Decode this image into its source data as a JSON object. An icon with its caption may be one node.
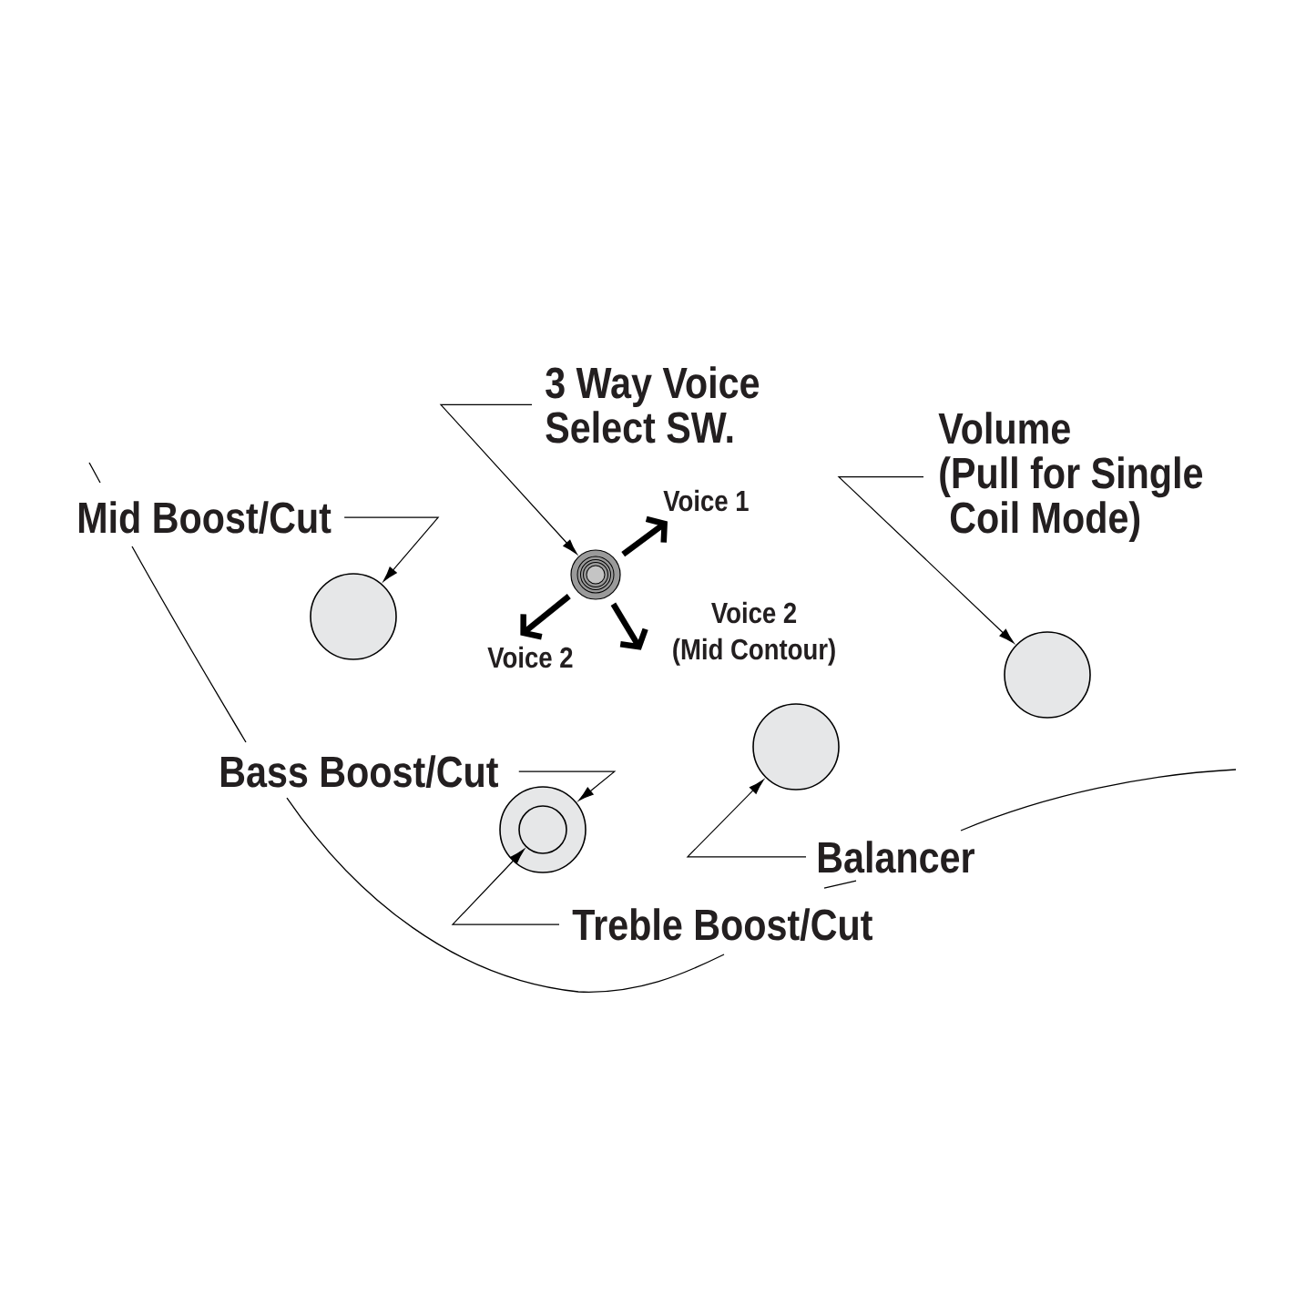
{
  "diagram": {
    "nodes": [
      {
        "text": [
          "3 Way Voice Select SW."
        ]
      },
      {
        "text": [
          "Volume (Pull for Single Coil Mode)"
        ]
      },
      {
        "text": [
          "Mid Boost/Cut"
        ]
      },
      {
        "text": [
          "Voice 1"
        ]
      },
      {
        "text": [],
        "shape": "circle"
      },
      {
        "text": [],
        "shape": "circle"
      },
      {
        "text": [
          "Voice 2 (Mid Contour)"
        ]
      },
      {
        "text": [
          "Voice 2"
        ]
      },
      {
        "text": [],
        "shape": "circle"
      },
      {
        "text": [],
        "shape": "circle"
      },
      {
        "text": [
          "Bass Boost/Cut"
        ]
      },
      {
        "text": [],
        "shape": "circle"
      },
      {
        "text": [],
        "shape": "circle",
        "in": 11
      },
      {
        "text": [
          "Balancer"
        ]
      },
      {
        "text": [
          "Treble Boost/Cut"
        ]
      }
    ],
    "edges": [
      {
        "from": 0,
        "to": 4,
        "arrow": "to"
      },
      {
        "from": 1,
        "to": 8,
        "arrow": "to"
      },
      {
        "from": 2,
        "to": 5,
        "arrow": "to"
      },
      {
        "from": 10,
        "to": 11,
        "arrow": "to"
      },
      {
        "from": 13,
        "to": 9,
        "arrow": "to"
      },
      {
        "from": 14,
        "to": 12,
        "arrow": "to"
      },
      {
        "from": 4,
        "to": 3,
        "arrow": "to",
        "style": "thick"
      },
      {
        "from": 4,
        "to": 7,
        "arrow": "to",
        "style": "thick"
      },
      {
        "from": 4,
        "to": 6,
        "arrow": "to",
        "style": "thick"
      }
    ]
  }
}
